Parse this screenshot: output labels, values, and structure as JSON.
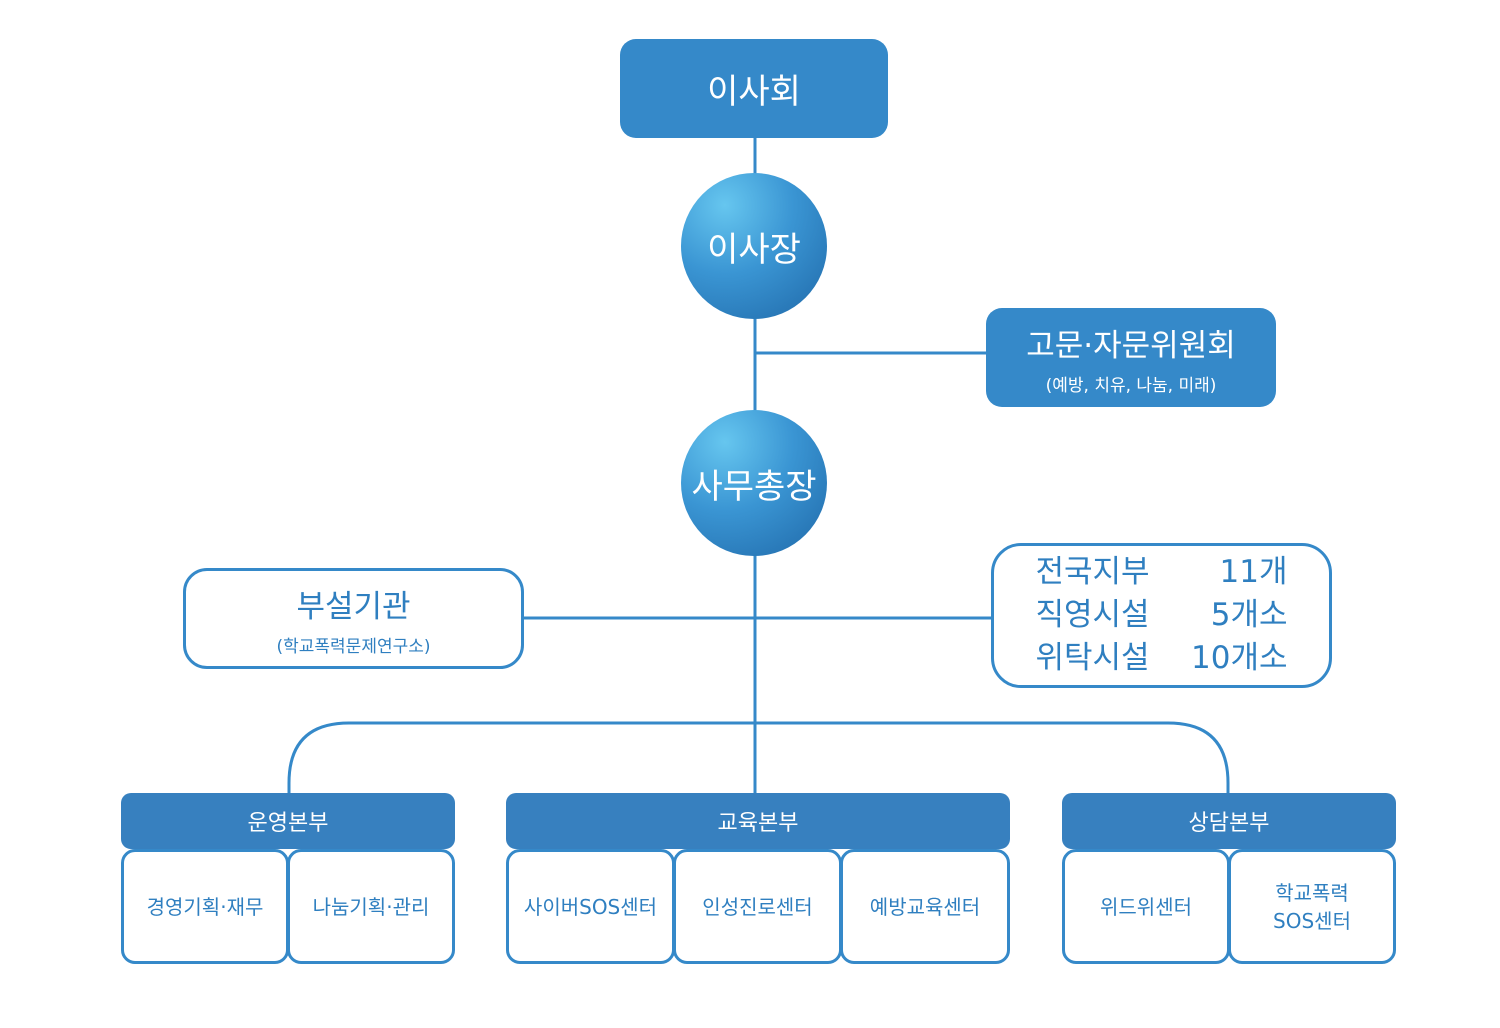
{
  "colors": {
    "primary": "#3589c9",
    "header": "#3780bf",
    "circle_light": "#66c6ef",
    "circle_dark": "#1f68a8",
    "text": "#2f7fc0"
  },
  "board": "이사회",
  "chairman": "이사장",
  "advisory": {
    "title": "고문·자문위원회",
    "sub": "(예방, 치유, 나눔, 미래)"
  },
  "secretary_general": "사무총장",
  "affiliate": {
    "title": "부설기관",
    "sub": "(학교폭력문제연구소)"
  },
  "facilities": [
    {
      "name": "전국지부",
      "count": "11개"
    },
    {
      "name": "직영시설",
      "count": "5개소"
    },
    {
      "name": "위탁시설",
      "count": "10개소"
    }
  ],
  "divisions": [
    {
      "title": "운영본부",
      "units": [
        "경영기획·재무",
        "나눔기획·관리"
      ]
    },
    {
      "title": "교육본부",
      "units": [
        "사이버SOS센터",
        "인성진로센터",
        "예방교육센터"
      ]
    },
    {
      "title": "상담본부",
      "units": [
        "위드위센터",
        "학교폭력\nSOS센터"
      ]
    }
  ]
}
